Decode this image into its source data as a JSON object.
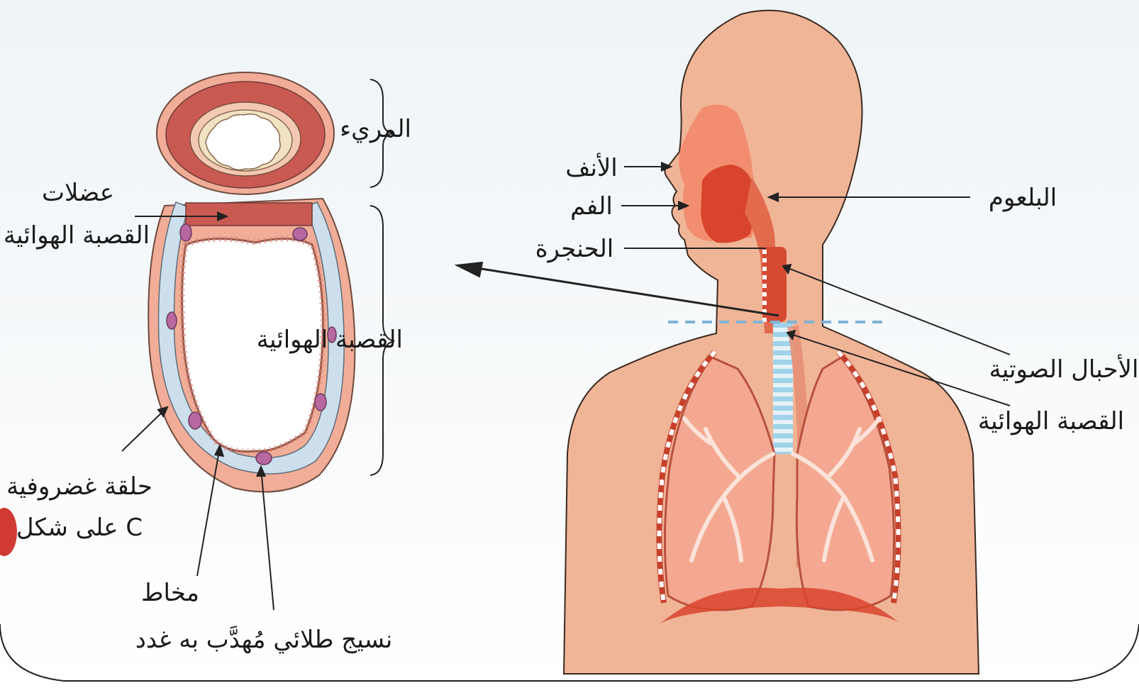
{
  "cross_section": {
    "esophagus": "المريء",
    "trachea": "القصبة الهوائية",
    "muscles_line1": "عضلات",
    "muscles_line2": "القصبة الهوائية",
    "cartilage_line1": "حلقة غضروفية",
    "cartilage_line2": "على شكل C",
    "mucus": "مخاط",
    "epithelium": "نسيج طلائي مُهدَّب به غدد"
  },
  "body": {
    "nose": "الأنف",
    "mouth": "الفم",
    "larynx": "الحنجرة",
    "pharynx": "البلعوم",
    "vocal_cords": "الأحبال الصوتية",
    "trachea": "القصبة الهوائية"
  },
  "colors": {
    "skin": "#f0b597",
    "muscle": "#c9524b",
    "cartilage": "#c9dbe8",
    "lung": "#f1a58c",
    "airway": "#dd5a3e"
  }
}
